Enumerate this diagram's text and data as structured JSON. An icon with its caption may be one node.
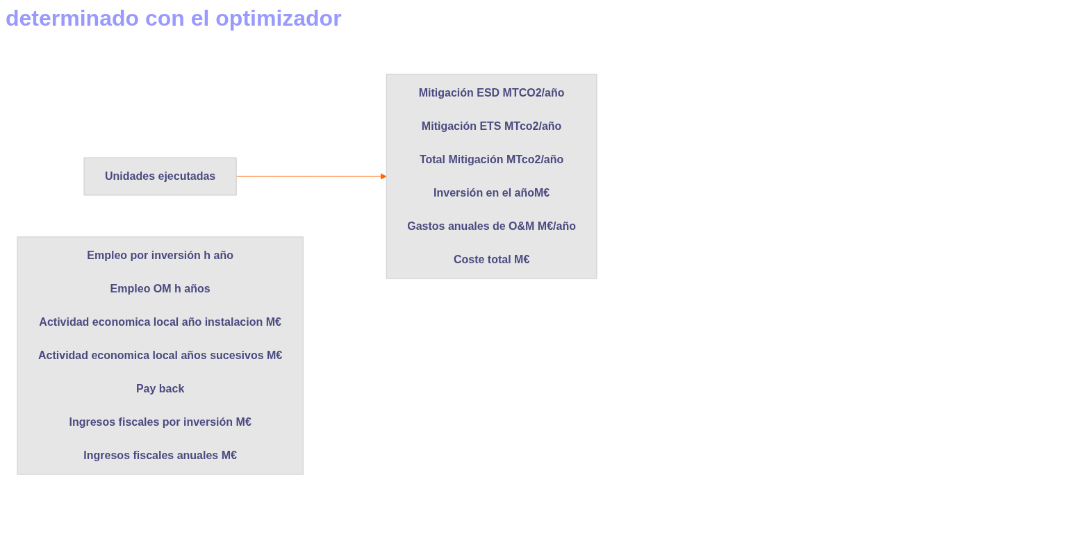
{
  "diagram": {
    "title": "determinado con el optimizador",
    "nodes": [
      {
        "text": [
          "Unidades ejecutadas"
        ]
      },
      {
        "text": [
          "Mitigación ESD MTCO2/año",
          "Mitigación ETS MTco2/año",
          "Total Mitigación MTco2/año",
          "Inversión en el añoM€",
          "Gastos anuales de O&M M€/año",
          "Coste total M€"
        ]
      },
      {
        "text": [
          "Empleo por inversión h año",
          "Empleo OM h años",
          "Actividad economica local año instalacion M€",
          "Actividad economica local años sucesivos M€",
          "Pay back",
          "Ingresos fiscales por inversión M€",
          "Ingresos fiscales anuales M€"
        ]
      }
    ],
    "edges": [
      {
        "from": 0,
        "to": 1,
        "arrow": "to",
        "color": "#ff6600"
      }
    ]
  }
}
